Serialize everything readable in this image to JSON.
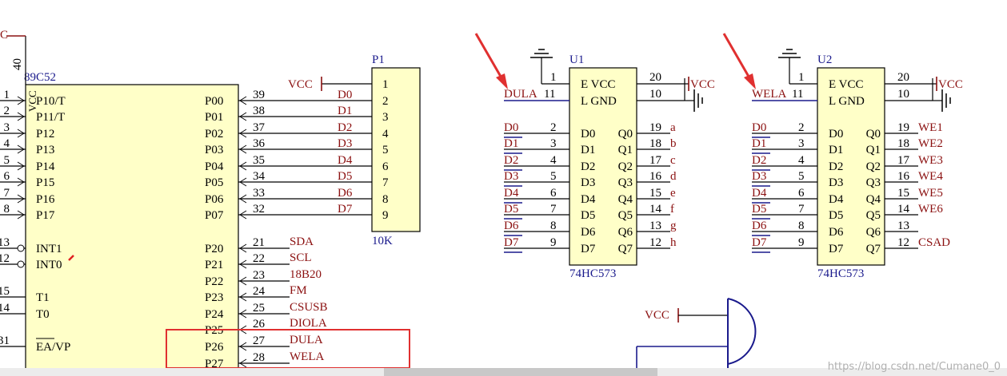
{
  "mcu": {
    "name": "89C52",
    "vcc_pin": "40",
    "vcc_label": "VCC",
    "left_pins": [
      {
        "num": "1",
        "name": "P10/T"
      },
      {
        "num": "2",
        "name": "P11/T"
      },
      {
        "num": "3",
        "name": "P12"
      },
      {
        "num": "4",
        "name": "P13"
      },
      {
        "num": "5",
        "name": "P14"
      },
      {
        "num": "6",
        "name": "P15"
      },
      {
        "num": "7",
        "name": "P16"
      },
      {
        "num": "8",
        "name": "P17"
      },
      {
        "num": "13",
        "name": "INT1"
      },
      {
        "num": "12",
        "name": "INT0"
      },
      {
        "num": "15",
        "name": "T1"
      },
      {
        "num": "14",
        "name": "T0"
      },
      {
        "num": "31",
        "name": "EA/VP"
      }
    ],
    "right_pins": [
      {
        "num": "39",
        "name": "P00"
      },
      {
        "num": "38",
        "name": "P01"
      },
      {
        "num": "37",
        "name": "P02"
      },
      {
        "num": "36",
        "name": "P03"
      },
      {
        "num": "35",
        "name": "P04"
      },
      {
        "num": "34",
        "name": "P05"
      },
      {
        "num": "33",
        "name": "P06"
      },
      {
        "num": "32",
        "name": "P07"
      },
      {
        "num": "21",
        "name": "P20"
      },
      {
        "num": "22",
        "name": "P21"
      },
      {
        "num": "23",
        "name": "P22"
      },
      {
        "num": "24",
        "name": "P23"
      },
      {
        "num": "25",
        "name": "P24"
      },
      {
        "num": "26",
        "name": "P25"
      },
      {
        "num": "27",
        "name": "P26"
      },
      {
        "num": "28",
        "name": "P27"
      }
    ],
    "p0_nets": [
      "D0",
      "D1",
      "D2",
      "D3",
      "D4",
      "D5",
      "D6",
      "D7"
    ],
    "p2_nets": [
      "SDA",
      "SCL",
      "18B20",
      "FM",
      "CSUSB",
      "DIOLA",
      "DULA",
      "WELA"
    ]
  },
  "p1": {
    "ref": "P1",
    "value": "10K",
    "vcc_label": "VCC",
    "pins": [
      "1",
      "2",
      "3",
      "4",
      "5",
      "6",
      "7",
      "8",
      "9"
    ]
  },
  "u1": {
    "ref": "U1",
    "part": "74HC573",
    "le_net": "DULA",
    "top_labels": [
      {
        "num": "1",
        "name": "E VCC",
        "rnum": "20",
        "net": "VCC"
      },
      {
        "num": "11",
        "name": "L GND",
        "rnum": "10"
      }
    ],
    "d_pins": [
      "2",
      "3",
      "4",
      "5",
      "6",
      "7",
      "8",
      "9"
    ],
    "d_names": [
      "D0",
      "D1",
      "D2",
      "D3",
      "D4",
      "D5",
      "D6",
      "D7"
    ],
    "q_names": [
      "Q0",
      "Q1",
      "Q2",
      "Q3",
      "Q4",
      "Q5",
      "Q6",
      "Q7"
    ],
    "q_pins": [
      "19",
      "18",
      "17",
      "16",
      "15",
      "14",
      "13",
      "12"
    ],
    "q_nets": [
      "a",
      "b",
      "c",
      "d",
      "e",
      "f",
      "g",
      "h"
    ],
    "in_nets": [
      "D0",
      "D1",
      "D2",
      "D3",
      "D4",
      "D5",
      "D6",
      "D7"
    ]
  },
  "u2": {
    "ref": "U2",
    "part": "74HC573",
    "le_net": "WELA",
    "top_labels": [
      {
        "num": "1",
        "name": "E VCC",
        "rnum": "20",
        "net": "VCC"
      },
      {
        "num": "11",
        "name": "L GND",
        "rnum": "10"
      }
    ],
    "d_pins": [
      "2",
      "3",
      "4",
      "5",
      "6",
      "7",
      "8",
      "9"
    ],
    "d_names": [
      "D0",
      "D1",
      "D2",
      "D3",
      "D4",
      "D5",
      "D6",
      "D7"
    ],
    "q_names": [
      "Q0",
      "Q1",
      "Q2",
      "Q3",
      "Q4",
      "Q5",
      "Q6",
      "Q7"
    ],
    "q_pins": [
      "19",
      "18",
      "17",
      "16",
      "15",
      "14",
      "13",
      "12"
    ],
    "q_nets": [
      "WE1",
      "WE2",
      "WE3",
      "WE4",
      "WE5",
      "WE6",
      "",
      "CSAD"
    ],
    "in_nets": [
      "D0",
      "D1",
      "D2",
      "D3",
      "D4",
      "D5",
      "D6",
      "D7"
    ]
  },
  "buzzer": {
    "vcc_label": "VCC"
  },
  "watermark": "https://blog.csdn.net/Cumane0_0",
  "colors": {
    "chip_fill": "#ffffc8",
    "net": "#8b1010",
    "wire": "#1a1a8c",
    "highlight": "#e03030",
    "arrow": "#e03030"
  }
}
